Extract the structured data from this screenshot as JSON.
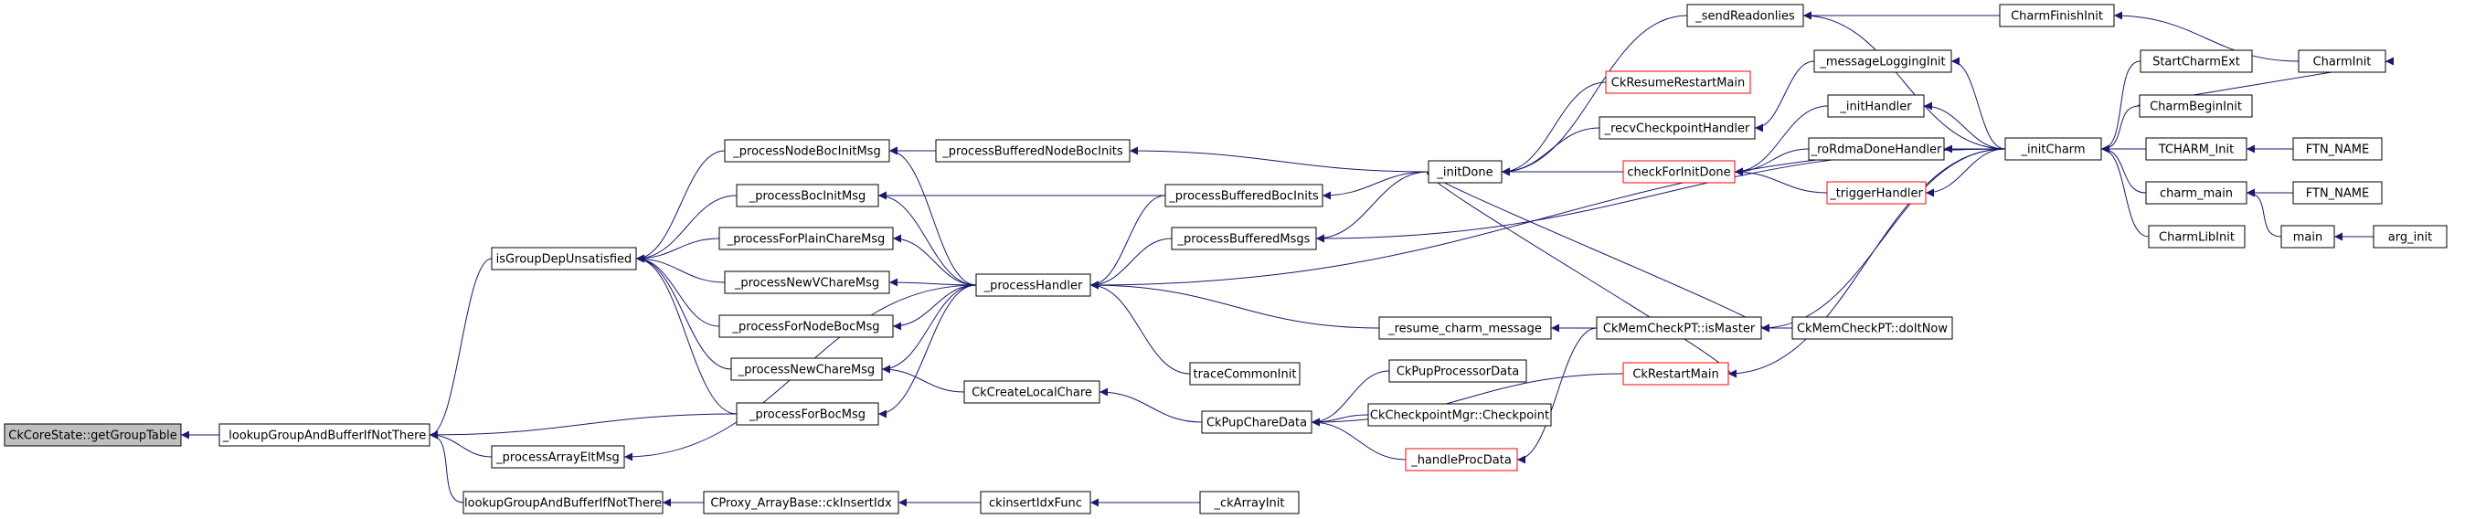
{
  "colors": {
    "edge": "#191970",
    "node_border": "#000000",
    "node_fill": "#ffffff",
    "focus_fill": "#bfbfbf",
    "truncated_border": "#ff0000"
  },
  "nodes": {
    "n_getgrouptable": {
      "label": "CkCoreState::getGroupTable",
      "style": "focus"
    },
    "n_lookupbuf": {
      "label": "_lookupGroupAndBufferIfNotThere"
    },
    "n_lookupbuf2": {
      "label": "lookupGroupAndBufferIfNotThere"
    },
    "n_isgroupdep": {
      "label": "isGroupDepUnsatisfied"
    },
    "n_procarrayelt": {
      "label": "_processArrayEltMsg"
    },
    "n_cproxy": {
      "label": "CProxy_ArrayBase::ckInsertIdx"
    },
    "n_ckinsertfunc": {
      "label": "ckinsertIdxFunc"
    },
    "n_ckarrayinit": {
      "label": "_ckArrayInit"
    },
    "n_procnodebocinit": {
      "label": "_processNodeBocInitMsg"
    },
    "n_procbocinit": {
      "label": "_processBocInitMsg"
    },
    "n_procplainchare": {
      "label": "_processForPlainChareMsg"
    },
    "n_procnewvchare": {
      "label": "_processNewVChareMsg"
    },
    "n_procfornodeboc": {
      "label": "_processForNodeBocMsg"
    },
    "n_procnewchare": {
      "label": "_processNewChareMsg"
    },
    "n_procforboc": {
      "label": "_processForBocMsg"
    },
    "n_procbufnodeboc": {
      "label": "_processBufferedNodeBocInits"
    },
    "n_prochandler": {
      "label": "_processHandler"
    },
    "n_cklocalchare": {
      "label": "CkCreateLocalChare"
    },
    "n_procbufbocinits": {
      "label": "_processBufferedBocInits"
    },
    "n_procbufmsgs": {
      "label": "_processBufferedMsgs"
    },
    "n_resumecharm": {
      "label": "_resume_charm_message"
    },
    "n_tracecommon": {
      "label": "traceCommonInit"
    },
    "n_ckpupchare": {
      "label": "CkPupChareData"
    },
    "n_ckpupproc": {
      "label": "CkPupProcessorData"
    },
    "n_ckcheckpoint": {
      "label": "CkCheckpointMgr::Checkpoint"
    },
    "n_handleprocdata": {
      "label": "_handleProcData",
      "style": "truncated"
    },
    "n_initdone": {
      "label": "_initDone"
    },
    "n_sendreadonlies": {
      "label": "_sendReadonlies"
    },
    "n_ckresume": {
      "label": "CkResumeRestartMain",
      "style": "truncated"
    },
    "n_msglogging": {
      "label": "_messageLoggingInit"
    },
    "n_recvckpt": {
      "label": "_recvCheckpointHandler"
    },
    "n_checkinit": {
      "label": "checkForInitDone",
      "style": "truncated"
    },
    "n_memcheck": {
      "label": "CkMemCheckPT::isMaster"
    },
    "n_restartmain": {
      "label": "CkRestartMain",
      "style": "truncated"
    },
    "n_memdoit": {
      "label": "CkMemCheckPT::doItNow"
    },
    "n_charmfinish": {
      "label": "CharmFinishInit"
    },
    "n_inithandler": {
      "label": "_initHandler"
    },
    "n_rordma": {
      "label": "_roRdmaDoneHandler"
    },
    "n_trigger": {
      "label": "_triggerHandler",
      "style": "truncated"
    },
    "n_initcharm": {
      "label": "_initCharm"
    },
    "n_startcharmext": {
      "label": "StartCharmExt"
    },
    "n_charmbegin": {
      "label": "CharmBeginInit"
    },
    "n_charminit": {
      "label": "CharmInit"
    },
    "n_tcharm": {
      "label": "TCHARM_Init"
    },
    "n_ftn1": {
      "label": "FTN_NAME"
    },
    "n_charmmain": {
      "label": "charm_main"
    },
    "n_ftn2": {
      "label": "FTN_NAME"
    },
    "n_charmlibinit": {
      "label": "CharmLibInit"
    },
    "n_main": {
      "label": "main"
    },
    "n_arginit": {
      "label": "arg_init"
    }
  },
  "edges": [
    [
      "n_lookupbuf",
      "n_getgrouptable"
    ],
    [
      "n_isgroupdep",
      "n_lookupbuf"
    ],
    [
      "n_procarrayelt",
      "n_lookupbuf"
    ],
    [
      "n_procforboc",
      "n_lookupbuf"
    ],
    [
      "n_lookupbuf2",
      "n_lookupbuf"
    ],
    [
      "n_cproxy",
      "n_lookupbuf2"
    ],
    [
      "n_ckinsertfunc",
      "n_cproxy"
    ],
    [
      "n_ckarrayinit",
      "n_ckinsertfunc"
    ],
    [
      "n_procnodebocinit",
      "n_isgroupdep"
    ],
    [
      "n_procbocinit",
      "n_isgroupdep"
    ],
    [
      "n_procplainchare",
      "n_isgroupdep"
    ],
    [
      "n_procnewvchare",
      "n_isgroupdep"
    ],
    [
      "n_procfornodeboc",
      "n_isgroupdep"
    ],
    [
      "n_procnewchare",
      "n_isgroupdep"
    ],
    [
      "n_procforboc",
      "n_isgroupdep"
    ],
    [
      "n_procbufnodeboc",
      "n_procnodebocinit"
    ],
    [
      "n_prochandler",
      "n_procnodebocinit"
    ],
    [
      "n_procbufbocinits",
      "n_procbocinit"
    ],
    [
      "n_prochandler",
      "n_procbocinit"
    ],
    [
      "n_prochandler",
      "n_procplainchare"
    ],
    [
      "n_prochandler",
      "n_procnewvchare"
    ],
    [
      "n_prochandler",
      "n_procfornodeboc"
    ],
    [
      "n_prochandler",
      "n_procnewchare"
    ],
    [
      "n_cklocalchare",
      "n_procnewchare"
    ],
    [
      "n_prochandler",
      "n_procforboc"
    ],
    [
      "n_prochandler",
      "n_procarrayelt"
    ],
    [
      "n_initdone",
      "n_procbufnodeboc"
    ],
    [
      "n_procbufbocinits",
      "n_prochandler"
    ],
    [
      "n_procbufmsgs",
      "n_prochandler"
    ],
    [
      "n_resumecharm",
      "n_prochandler"
    ],
    [
      "n_tracecommon",
      "n_prochandler"
    ],
    [
      "n_initcharm",
      "n_prochandler"
    ],
    [
      "n_ckpupchare",
      "n_cklocalchare"
    ],
    [
      "n_initdone",
      "n_procbufbocinits"
    ],
    [
      "n_initdone",
      "n_procbufmsgs"
    ],
    [
      "n_initcharm",
      "n_procbufmsgs"
    ],
    [
      "n_memcheck",
      "n_resumecharm"
    ],
    [
      "n_ckpupproc",
      "n_ckpupchare"
    ],
    [
      "n_ckcheckpoint",
      "n_ckpupchare"
    ],
    [
      "n_handleprocdata",
      "n_ckpupchare"
    ],
    [
      "n_restartmain",
      "n_ckpupchare"
    ],
    [
      "n_memcheck",
      "n_handleprocdata"
    ],
    [
      "n_sendreadonlies",
      "n_initdone"
    ],
    [
      "n_ckresume",
      "n_initdone"
    ],
    [
      "n_recvckpt",
      "n_initdone"
    ],
    [
      "n_checkinit",
      "n_initdone"
    ],
    [
      "n_charmfinish",
      "n_sendreadonlies"
    ],
    [
      "n_initcharm",
      "n_sendreadonlies"
    ],
    [
      "n_msglogging",
      "n_recvckpt"
    ],
    [
      "n_inithandler",
      "n_checkinit"
    ],
    [
      "n_rordma",
      "n_checkinit"
    ],
    [
      "n_trigger",
      "n_checkinit"
    ],
    [
      "n_initdone",
      "n_memcheck"
    ],
    [
      "n_memdoit",
      "n_memcheck"
    ],
    [
      "n_initdone",
      "n_restartmain"
    ],
    [
      "n_initcharm",
      "n_memcheck"
    ],
    [
      "n_initcharm",
      "n_restartmain"
    ],
    [
      "n_initcharm",
      "n_msglogging"
    ],
    [
      "n_initcharm",
      "n_inithandler"
    ],
    [
      "n_initcharm",
      "n_rordma"
    ],
    [
      "n_initcharm",
      "n_trigger"
    ],
    [
      "n_charminit",
      "n_charmfinish"
    ],
    [
      "n_startcharmext",
      "n_initcharm"
    ],
    [
      "n_charmbegin",
      "n_initcharm"
    ],
    [
      "n_tcharm",
      "n_initcharm"
    ],
    [
      "n_charmmain",
      "n_initcharm"
    ],
    [
      "n_charmlibinit",
      "n_initcharm"
    ],
    [
      "n_charmbegin",
      "n_charminit"
    ],
    [
      "n_ftn1",
      "n_tcharm"
    ],
    [
      "n_ftn2",
      "n_charmmain"
    ],
    [
      "n_main",
      "n_charmmain"
    ],
    [
      "n_arginit",
      "n_main"
    ]
  ]
}
